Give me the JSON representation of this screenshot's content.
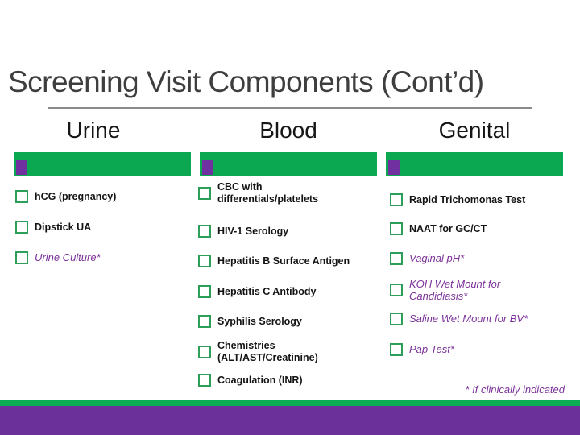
{
  "slide": {
    "title": "Screening Visit Components (Cont’d)",
    "footnote": "* If clinically indicated"
  },
  "colors": {
    "header_bar_green": "#0ca851",
    "accent_purple": "#7030a0",
    "checkbox_border_green": "#2e9e5b",
    "conditional_item_purple": "#7b3299",
    "title_gray": "#3e3e3e",
    "bottom_bar_purple": "#6b3099"
  },
  "columns": [
    {
      "header": "Urine",
      "items": [
        {
          "label": "hCG (pregnancy)",
          "conditional": false
        },
        {
          "label": "Dipstick UA",
          "conditional": false
        },
        {
          "label": "Urine Culture*",
          "conditional": true
        }
      ]
    },
    {
      "header": "Blood",
      "items": [
        {
          "label": "CBC with\ndifferentials/platelets",
          "conditional": false
        },
        {
          "label": "HIV-1 Serology",
          "conditional": false
        },
        {
          "label": "Hepatitis B Surface Antigen",
          "conditional": false
        },
        {
          "label": "Hepatitis C Antibody",
          "conditional": false
        },
        {
          "label": "Syphilis Serology",
          "conditional": false
        },
        {
          "label": "Chemistries\n(ALT/AST/Creatinine)",
          "conditional": false
        },
        {
          "label": "Coagulation (INR)",
          "conditional": false
        }
      ]
    },
    {
      "header": "Genital",
      "items": [
        {
          "label": "Rapid Trichomonas Test",
          "conditional": false
        },
        {
          "label": "NAAT for GC/CT",
          "conditional": false
        },
        {
          "label": "Vaginal pH*",
          "conditional": true
        },
        {
          "label": "KOH Wet Mount for\nCandidiasis*",
          "conditional": true
        },
        {
          "label": "Saline Wet Mount for BV*",
          "conditional": true
        },
        {
          "label": "Pap Test*",
          "conditional": true
        }
      ]
    }
  ]
}
